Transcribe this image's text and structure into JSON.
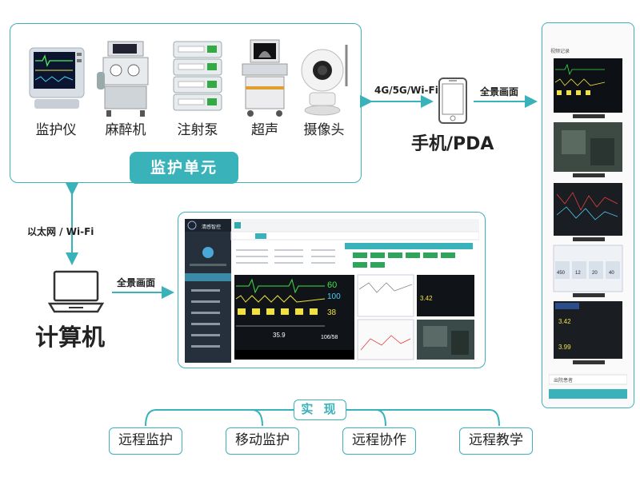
{
  "unit": {
    "title": "监护单元",
    "devices": [
      "监护仪",
      "麻醉机",
      "注射泵",
      "超声",
      "摄像头"
    ]
  },
  "links": {
    "wireless": "4G/5G/Wi-Fi",
    "to_phone_view": "全景画面",
    "ethernet": "以太网 / Wi-Fi",
    "to_computer_view": "全景画面"
  },
  "phone": {
    "label": "手机/PDA"
  },
  "computer": {
    "label": "计算机",
    "app_name": "清感智控",
    "monitor_values": [
      "60",
      "100",
      "38",
      "35.9",
      "106/58"
    ]
  },
  "phone_screen": {
    "header": "视频记录",
    "values": [
      "450",
      "12",
      "20",
      "40",
      "3.42",
      "3.99"
    ],
    "footer": "出院患者"
  },
  "realize": {
    "title": "实 现"
  },
  "functions": [
    "远程监护",
    "移动监护",
    "远程协作",
    "远程教学"
  ],
  "colors": {
    "accent": "#3ab2b9",
    "dark_screen": "#101418"
  }
}
